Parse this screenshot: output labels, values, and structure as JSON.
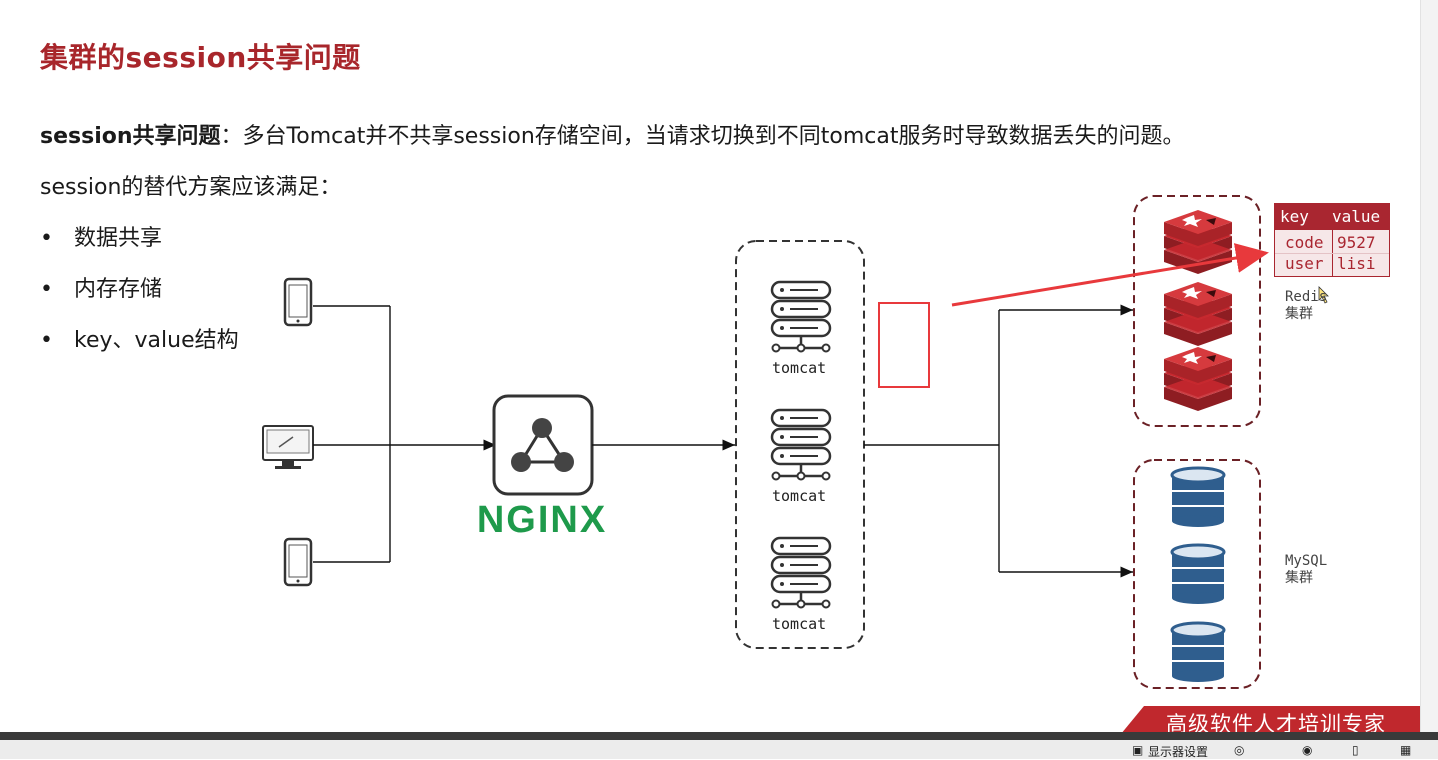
{
  "title": "集群的session共享问题",
  "intro": {
    "bold": "session共享问题",
    "rest": "：多台Tomcat并不共享session存储空间，当请求切换到不同tomcat服务时导致数据丢失的问题。"
  },
  "requirement": "session的替代方案应该满足：",
  "bullets": [
    "数据共享",
    "内存存储",
    "key、value结构"
  ],
  "bullet_symbol": "•",
  "tomcat_label": "tomcat",
  "kv_table": {
    "h_key": "key",
    "h_value": "value",
    "r1_key": "code",
    "r1_val": "9527",
    "r2_key": "user",
    "r2_val": "lisi"
  },
  "redis_label": "Redis",
  "redis_label_2": "集群",
  "mysql_label": "MySQL",
  "mysql_label_2": "集群",
  "banner": "高级软件人才培训专家",
  "taskbar": {
    "display_settings": "显示器设置"
  },
  "colors": {
    "title": "#a8262b",
    "redis": "#c7282f",
    "mysql": "#2f5e8e",
    "nginx": "#1e9a4b",
    "arrow": "#e8393c",
    "cluster_border": "#6b2126"
  }
}
